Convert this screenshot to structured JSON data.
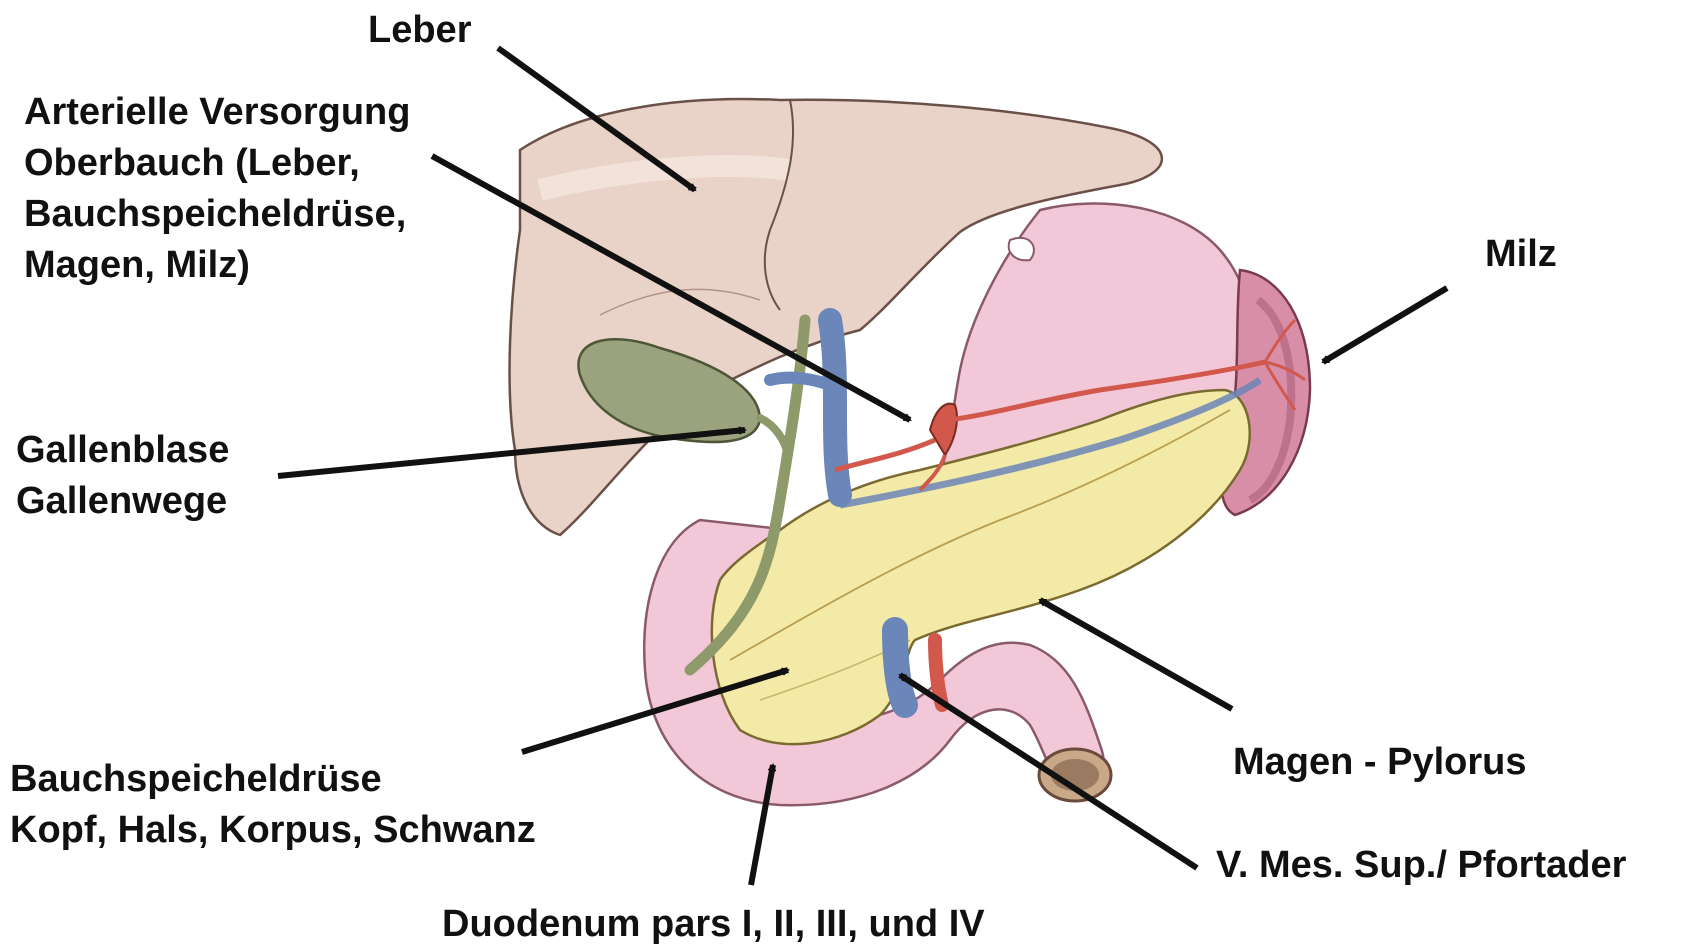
{
  "labels": {
    "leber": "Leber",
    "arteries": [
      "Arterielle Versorgung",
      "Oberbauch (Leber,",
      "Bauchspeicheldrüse,",
      "Magen, Milz)"
    ],
    "milz": "Milz",
    "gallbladder": [
      "Gallenblase",
      "Gallenwege"
    ],
    "pancreas": [
      "Bauchspeicheldrüse",
      "Kopf, Hals, Korpus, Schwanz"
    ],
    "stomach": "Magen - Pylorus",
    "vein": "V. Mes. Sup./ Pfortader",
    "duodenum": "Duodenum pars I, II, III, und IV"
  },
  "colors": {
    "liver": "#e9d2c7",
    "stomach": "#f2c8d8",
    "pancreas": "#f3eaa8",
    "gallbladder": "#9aa37e",
    "spleen": "#d98ea8",
    "artery": "#d2584c",
    "vein": "#6b86b8",
    "arrow": "#111111"
  }
}
